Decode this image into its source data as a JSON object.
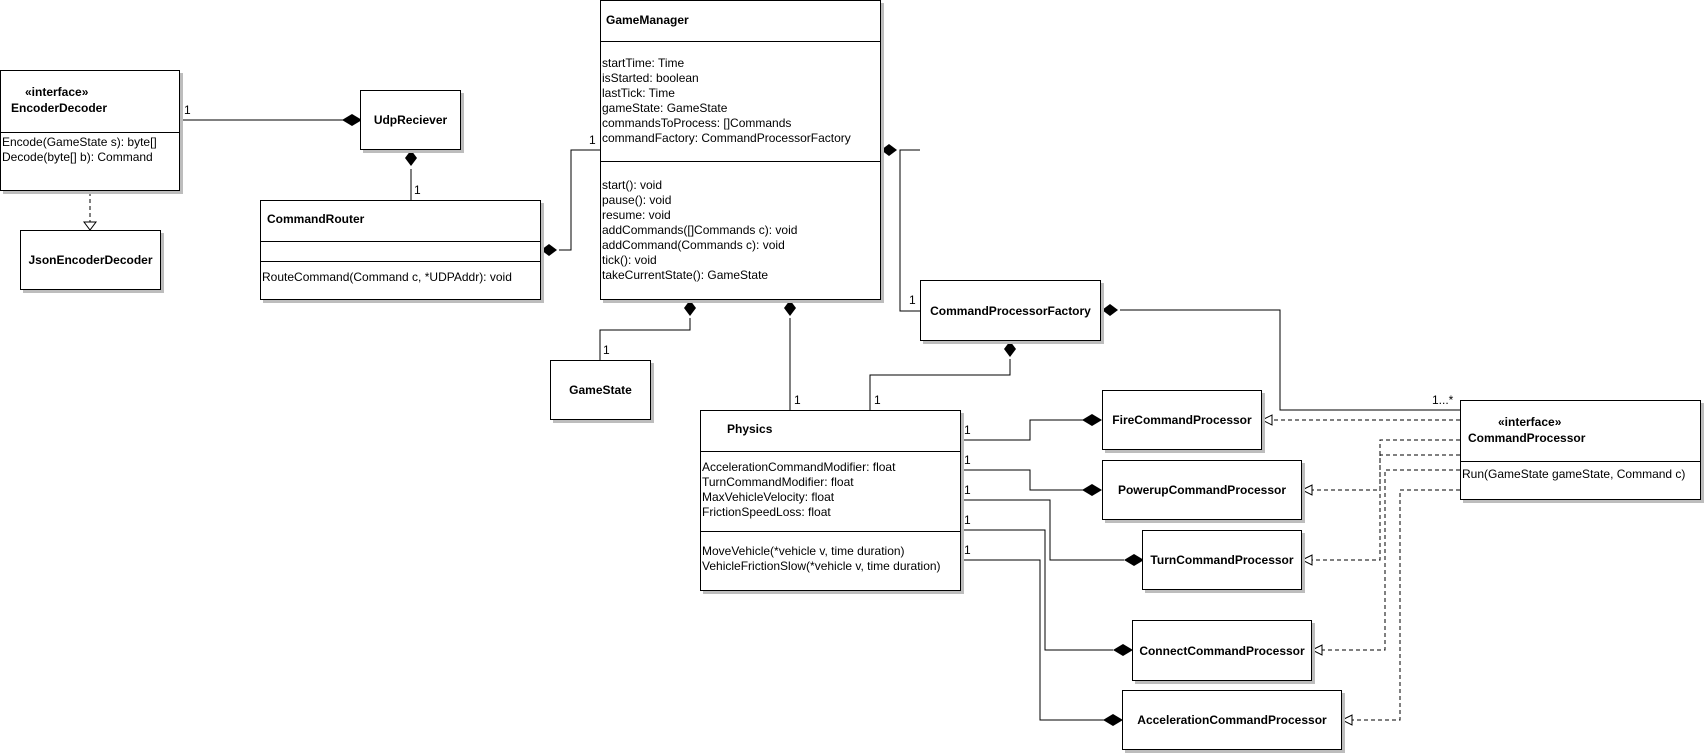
{
  "classes": {
    "encoder_decoder": {
      "stereotype": "«interface»",
      "name": "EncoderDecoder",
      "operations": [
        "Encode(GameState s): byte[]",
        "Decode(byte[] b): Command"
      ]
    },
    "json_encoder_decoder": {
      "name": "JsonEncoderDecoder"
    },
    "udp_reciever": {
      "name": "UdpReciever"
    },
    "command_router": {
      "name": "CommandRouter",
      "operations": [
        "RouteCommand(Command c, *UDPAddr): void"
      ]
    },
    "game_manager": {
      "name": "GameManager",
      "attributes": [
        "startTime: Time",
        "isStarted: boolean",
        "lastTick: Time",
        "gameState: GameState",
        "commandsToProcess: []Commands",
        "commandFactory: CommandProcessorFactory"
      ],
      "operations": [
        "start(): void",
        "pause(): void",
        "resume: void",
        "addCommands([]Commands c): void",
        "addCommand(Commands c): void",
        "tick(): void",
        "takeCurrentState(): GameState"
      ]
    },
    "game_state": {
      "name": "GameState"
    },
    "command_processor_factory": {
      "name": "CommandProcessorFactory"
    },
    "physics": {
      "name": "Physics",
      "attributes": [
        "AccelerationCommandModifier: float",
        "TurnCommandModifier: float",
        "MaxVehicleVelocity: float",
        "FrictionSpeedLoss: float"
      ],
      "operations": [
        "MoveVehicle(*vehicle v, time duration)",
        "VehicleFrictionSlow(*vehicle v, time duration)"
      ]
    },
    "fire_command_processor": {
      "name": "FireCommandProcessor"
    },
    "powerup_command_processor": {
      "name": "PowerupCommandProcessor"
    },
    "turn_command_processor": {
      "name": "TurnCommandProcessor"
    },
    "connect_command_processor": {
      "name": "ConnectCommandProcessor"
    },
    "acceleration_command_processor": {
      "name": "AccelerationCommandProcessor"
    },
    "command_processor": {
      "stereotype": "«interface»",
      "name": "CommandProcessor",
      "operations": [
        "Run(GameState gameState, Command c)"
      ]
    }
  },
  "multiplicities": {
    "encoder_udp": "1",
    "router_udp": "1",
    "gm_router": "1",
    "gm_factory": "1",
    "gm_gamestate": "1",
    "gm_physics": "1",
    "factory_physics": "1",
    "factory_processors": "1...*",
    "physics_fire": "1",
    "physics_powerup": "1",
    "physics_turn": "1",
    "physics_connect": "1",
    "physics_acceleration": "1"
  }
}
